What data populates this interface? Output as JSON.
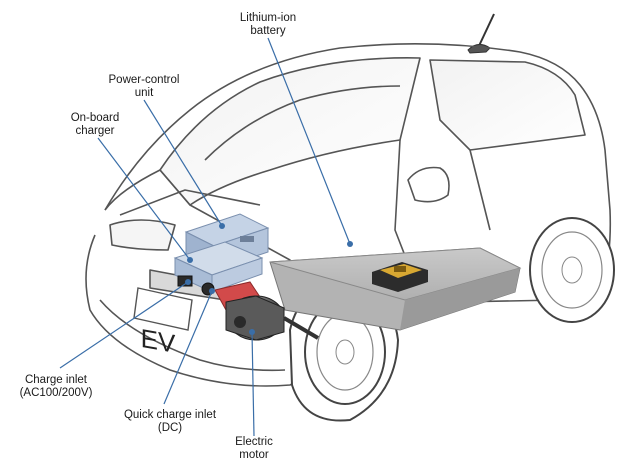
{
  "labels": {
    "battery": [
      "Lithium-ion",
      "battery"
    ],
    "pcu": [
      "Power-control",
      "unit"
    ],
    "charger": [
      "On-board",
      "charger"
    ],
    "charge_inlet": [
      "Charge inlet",
      "(AC100/200V)"
    ],
    "quick_inlet": [
      "Quick charge inlet",
      "(DC)"
    ],
    "motor": [
      "Electric",
      "motor"
    ]
  },
  "plate_text": "EV",
  "colors": {
    "leader": "#3a6ea8",
    "body_line": "#555555",
    "component_blue": "#a9bcd6",
    "battery_grey": "#a8a8a8",
    "motor_red": "#d24a4a"
  }
}
